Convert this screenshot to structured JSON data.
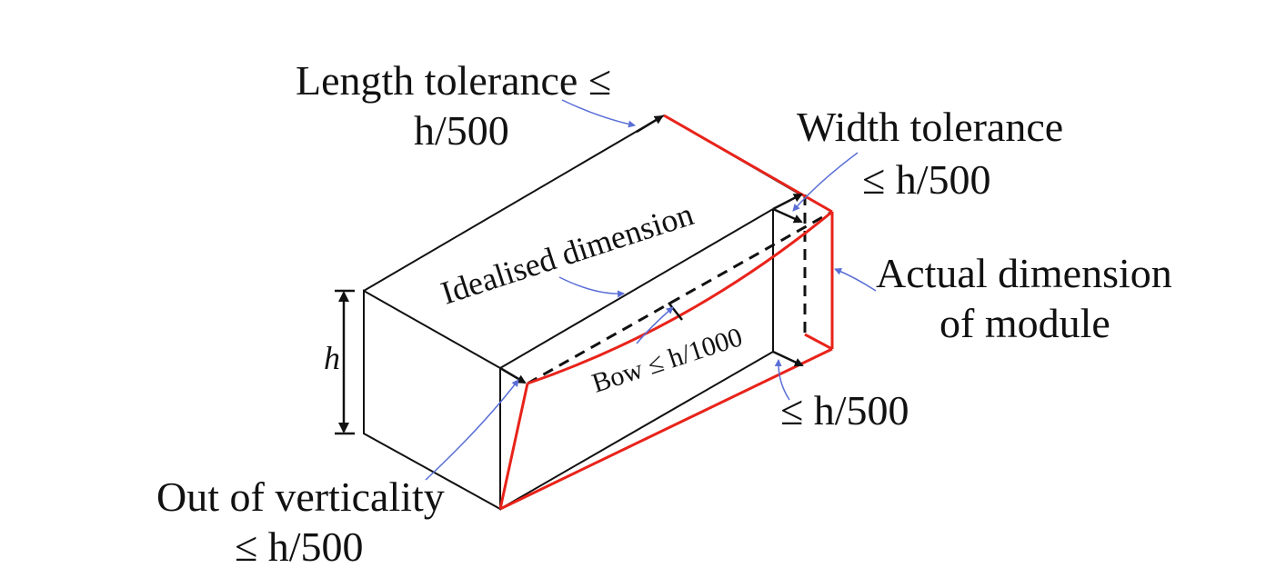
{
  "labels": {
    "length_tolerance_line1": "Length tolerance ≤",
    "length_tolerance_line2": "h/500",
    "width_tolerance_line1": "Width tolerance",
    "width_tolerance_line2": "≤ h/500",
    "actual_dimension_line1": "Actual dimension",
    "actual_dimension_line2": "of module",
    "idealised_dimension": "Idealised dimension",
    "bow": "Bow ≤ h/1000",
    "bottom_tolerance": "≤ h/500",
    "out_of_verticality_line1": "Out of verticality",
    "out_of_verticality_line2": "≤ h/500",
    "height_symbol": "h"
  },
  "colors": {
    "ideal_box": "#111111",
    "actual_module": "#e8231a",
    "leader_lines": "#5a6fd6",
    "text": "#111111"
  }
}
